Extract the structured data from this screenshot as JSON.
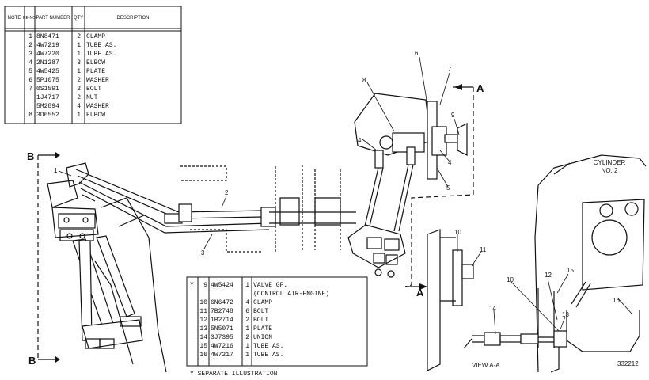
{
  "parts_table_top": {
    "headers": {
      "note": "NOTE",
      "ref": "RE-NO",
      "part": "PART NUMBER",
      "qty": "QTY",
      "desc": "DESCRIPTION"
    },
    "rows": [
      {
        "note": "",
        "ref": "1",
        "part": "8N8471",
        "qty": "2",
        "desc": "CLAMP"
      },
      {
        "note": "",
        "ref": "2",
        "part": "4W7219",
        "qty": "1",
        "desc": "TUBE AS."
      },
      {
        "note": "",
        "ref": "3",
        "part": "4W7220",
        "qty": "1",
        "desc": "TUBE AS."
      },
      {
        "note": "",
        "ref": "4",
        "part": "2N1287",
        "qty": "3",
        "desc": "ELBOW"
      },
      {
        "note": "",
        "ref": "5",
        "part": "4W5425",
        "qty": "1",
        "desc": "PLATE"
      },
      {
        "note": "",
        "ref": "6",
        "part": "5P1075",
        "qty": "2",
        "desc": "WASHER"
      },
      {
        "note": "",
        "ref": "7",
        "part": "0S1591",
        "qty": "2",
        "desc": "BOLT"
      },
      {
        "note": "",
        "ref": "",
        "part": "1J4717",
        "qty": "2",
        "desc": "NUT"
      },
      {
        "note": "",
        "ref": "",
        "part": "5M2894",
        "qty": "4",
        "desc": "WASHER"
      },
      {
        "note": "",
        "ref": "8",
        "part": "3D6552",
        "qty": "1",
        "desc": "ELBOW"
      }
    ]
  },
  "parts_table_bottom": {
    "rows": [
      {
        "note": "Y",
        "ref": "9",
        "part": "4W5424",
        "qty": "1",
        "desc": "VALVE GP."
      },
      {
        "note": "",
        "ref": "",
        "part": "",
        "qty": "",
        "desc": "(CONTROL AIR-ENGINE)"
      },
      {
        "note": "",
        "ref": "10",
        "part": "6N6472",
        "qty": "4",
        "desc": "CLAMP"
      },
      {
        "note": "",
        "ref": "11",
        "part": "7B2748",
        "qty": "6",
        "desc": "BOLT"
      },
      {
        "note": "",
        "ref": "12",
        "part": "1B2714",
        "qty": "2",
        "desc": "BOLT"
      },
      {
        "note": "",
        "ref": "13",
        "part": "5N5071",
        "qty": "1",
        "desc": "PLATE"
      },
      {
        "note": "",
        "ref": "14",
        "part": "3J7395",
        "qty": "2",
        "desc": "UNION"
      },
      {
        "note": "",
        "ref": "15",
        "part": "4W7216",
        "qty": "1",
        "desc": "TUBE AS."
      },
      {
        "note": "",
        "ref": "16",
        "part": "4W7217",
        "qty": "1",
        "desc": "TUBE AS."
      }
    ],
    "footnote": "Y   SEPARATE ILLUSTRATION"
  },
  "callouts": {
    "c1": "1",
    "c2": "2",
    "c3": "3",
    "c4a": "4",
    "c4b": "4",
    "c5": "5",
    "c6": "6",
    "c7": "7",
    "c8": "8",
    "c9": "9",
    "c10a": "10",
    "c10b": "10",
    "c11": "11",
    "c12": "12",
    "c13": "13",
    "c14": "14",
    "c15": "15",
    "c16": "16"
  },
  "section_markers": {
    "a_top": "A",
    "a_bottom": "A",
    "b_top": "B",
    "b_bottom": "B"
  },
  "labels": {
    "cylinder_line1": "CYLINDER",
    "cylinder_line2": "NO. 2",
    "view": "VIEW  A-A",
    "illustration_number": "332212"
  }
}
